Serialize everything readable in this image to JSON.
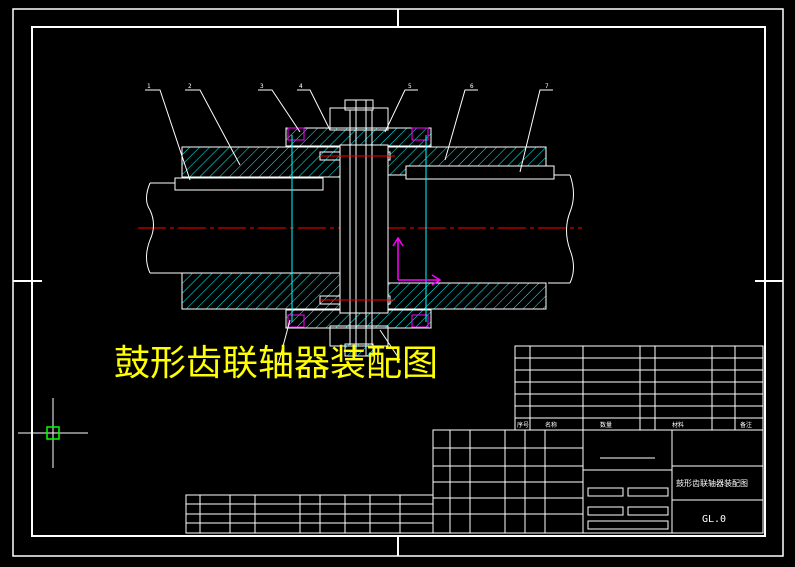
{
  "drawing": {
    "title": "鼓形齿联轴器装配图",
    "drawing_number": "GL.0",
    "title_block_name": "鼓形齿联轴器装配图",
    "balloons": [
      "1",
      "2",
      "3",
      "4",
      "5",
      "6",
      "7"
    ],
    "parts_header": [
      "序号",
      "名称",
      "数量",
      "材料",
      "备注"
    ]
  },
  "colors": {
    "background": "#000000",
    "frame": "#ffffff",
    "hatch": "#00ffff",
    "center_line": "#ff0000",
    "part_outline": "#ffffff",
    "bolt": "#ff00ff",
    "ucs": "#ff00ff",
    "title_text": "#ffff00",
    "crosshair_box": "#00ff00"
  },
  "icons": {
    "ucs": "ucs-axis-icon",
    "cursor": "crosshair-cursor-icon"
  }
}
